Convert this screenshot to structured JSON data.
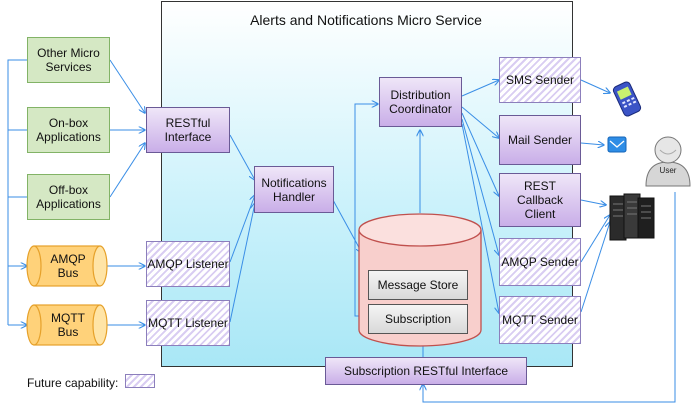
{
  "title": "Alerts and Notifications Micro Service",
  "sources": {
    "other_micro": "Other Micro Services",
    "on_box": "On-box Applications",
    "off_box": "Off-box Applications",
    "amqp_bus": "AMQP Bus",
    "mqtt_bus": "MQTT Bus"
  },
  "inputs": {
    "restful": "RESTful Interface",
    "amqp_listener": "AMQP Listener",
    "mqtt_listener": "MQTT Listener"
  },
  "handler": "Notifications Handler",
  "coordinator": "Distribution Coordinator",
  "store": {
    "message_store": "Message Store",
    "subscription": "Subscription"
  },
  "senders": {
    "sms": "SMS Sender",
    "mail": "Mail Sender",
    "rest": "REST Callback Client",
    "amqp": "AMQP Sender",
    "mqtt": "MQTT Sender"
  },
  "subscription_interface": "Subscription RESTful Interface",
  "user_label": "User",
  "legend": {
    "label": "Future capability:"
  },
  "colors": {
    "arrow": "#3a8ee6",
    "green_box": "#d5e8c4",
    "bus": "#ffd27a",
    "bus_border": "#e6a12a",
    "cylinder": "#f8cfcc",
    "cylinder_border": "#c0504d",
    "purple": "#c9aee8"
  },
  "icons": [
    "phone-icon",
    "mail-icon",
    "user-icon",
    "server-icon"
  ]
}
